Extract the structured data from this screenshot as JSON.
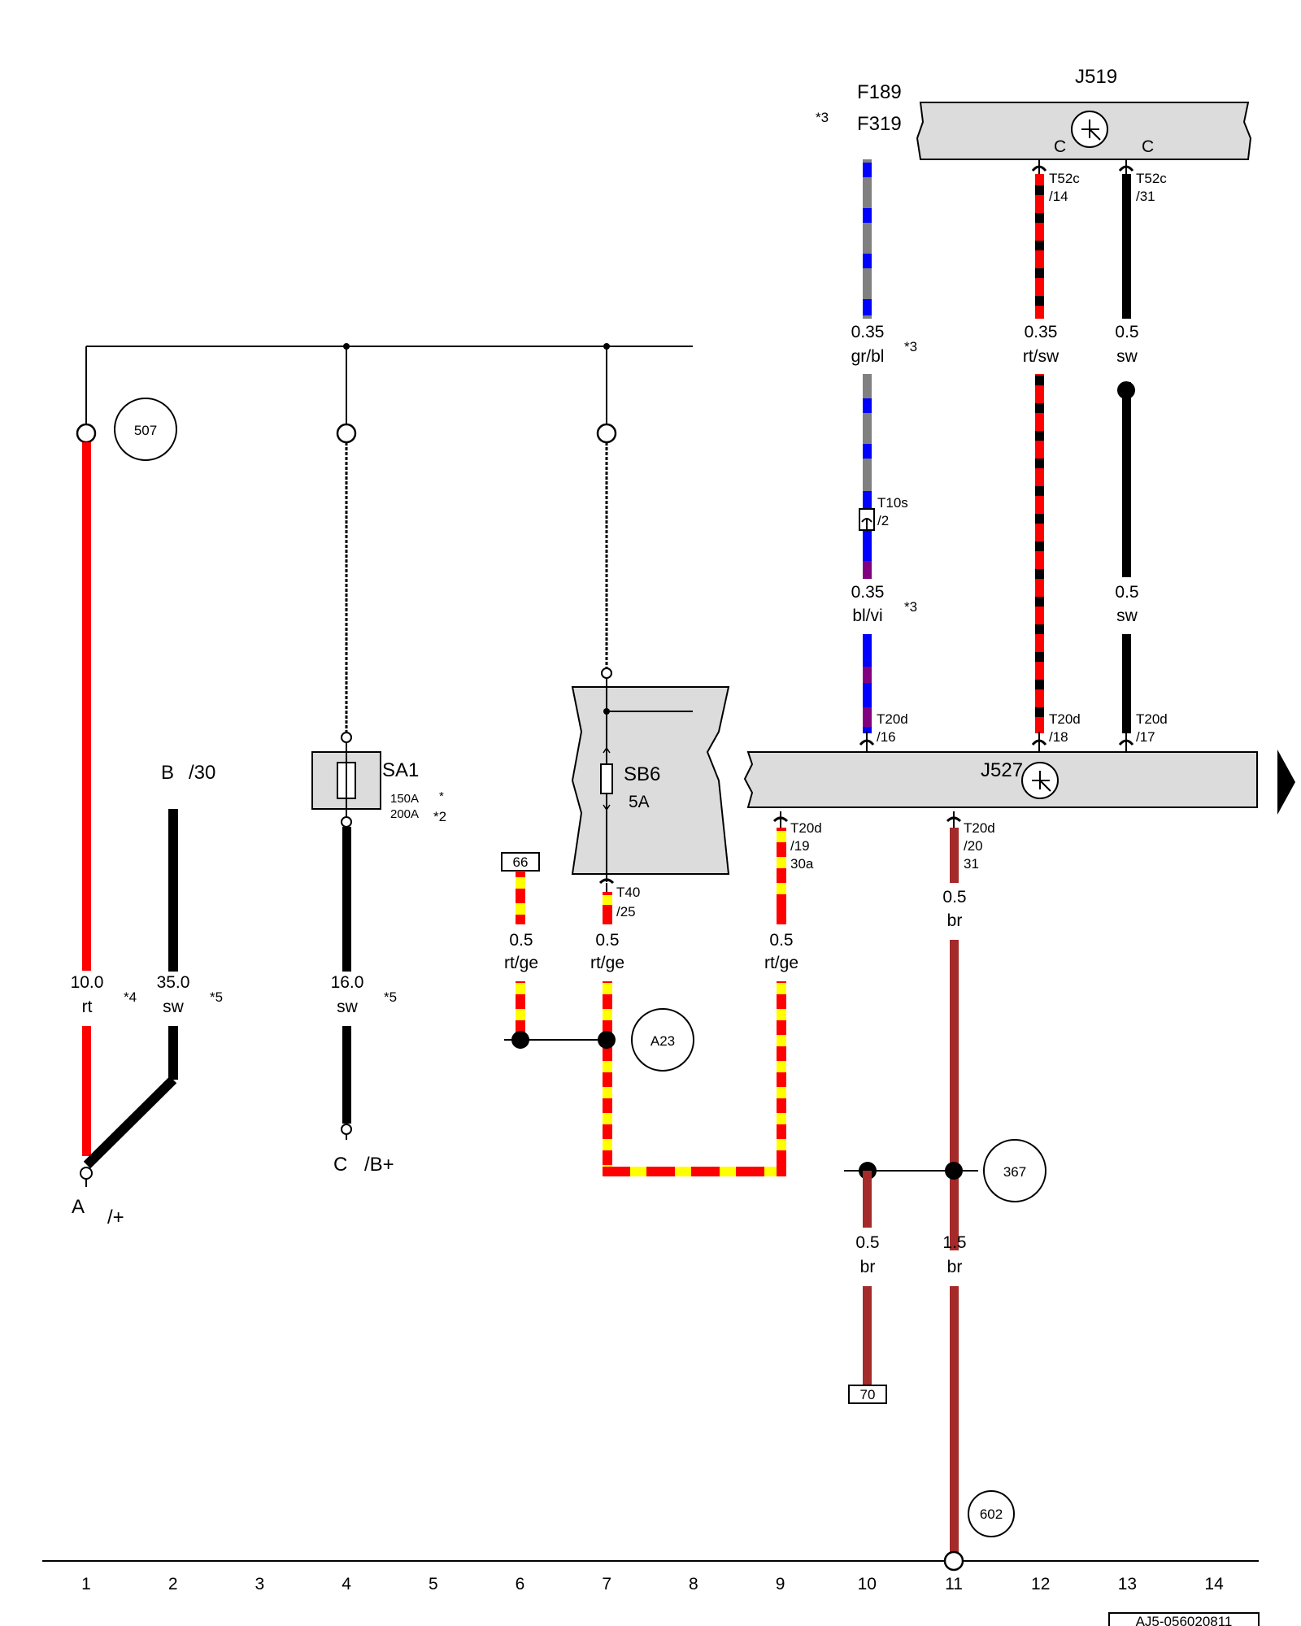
{
  "components": {
    "j519": {
      "name": "J519",
      "connector_c1": "C",
      "connector_c2": "C"
    },
    "j527": {
      "name": "J527"
    },
    "f189": "F189",
    "f319": "F319",
    "f_note": "*3",
    "sa1": {
      "name": "SA1",
      "rating1": "150A",
      "rating1_note": "*",
      "rating2": "200A",
      "rating2_note": "*2"
    },
    "sb6": {
      "name": "SB6",
      "rating": "5A"
    }
  },
  "terminals": {
    "a": {
      "letter": "A",
      "label": "/+"
    },
    "b": {
      "letter": "B",
      "label": "/30"
    },
    "c": {
      "letter": "C",
      "label": "/B+"
    }
  },
  "circles": {
    "c507": "507",
    "a23": "A23",
    "c367": "367",
    "c602": "602"
  },
  "boxes": {
    "b66": "66",
    "b70": "70"
  },
  "pins": {
    "t52c_14": {
      "line1": "T52c",
      "line2": "/14"
    },
    "t52c_31": {
      "line1": "T52c",
      "line2": "/31"
    },
    "t10s_2": {
      "line1": "T10s",
      "line2": "/2"
    },
    "t20d_16": {
      "line1": "T20d",
      "line2": "/16"
    },
    "t20d_18": {
      "line1": "T20d",
      "line2": "/18"
    },
    "t20d_17": {
      "line1": "T20d",
      "line2": "/17"
    },
    "t20d_19": {
      "line1": "T20d",
      "line2": "/19",
      "line3": "30a"
    },
    "t20d_20": {
      "line1": "T20d",
      "line2": "/20",
      "line3": "31"
    },
    "t40_25": {
      "line1": "T40",
      "line2": "/25"
    }
  },
  "wires": {
    "w1": {
      "size": "10.0",
      "color": "rt",
      "note": "*4"
    },
    "w2": {
      "size": "35.0",
      "color": "sw",
      "note": "*5"
    },
    "w4": {
      "size": "16.0",
      "color": "sw",
      "note": "*5"
    },
    "w6": {
      "size": "0.5",
      "color": "rt/ge"
    },
    "w7": {
      "size": "0.5",
      "color": "rt/ge"
    },
    "w9": {
      "size": "0.5",
      "color": "rt/ge"
    },
    "w10a": {
      "size": "0.35",
      "color": "gr/bl",
      "note": "*3"
    },
    "w10b": {
      "size": "0.35",
      "color": "bl/vi",
      "note": "*3"
    },
    "w10c": {
      "size": "0.5",
      "color": "br"
    },
    "w11a": {
      "size": "0.5",
      "color": "br"
    },
    "w11b": {
      "size": "1.5",
      "color": "br"
    },
    "w12": {
      "size": "0.35",
      "color": "rt/sw"
    },
    "w13a": {
      "size": "0.5",
      "color": "sw"
    },
    "w13b": {
      "size": "0.5",
      "color": "sw"
    }
  },
  "columns": [
    "1",
    "2",
    "3",
    "4",
    "5",
    "6",
    "7",
    "8",
    "9",
    "10",
    "11",
    "12",
    "13",
    "14"
  ],
  "footer_code": "AJ5-056020811",
  "colors": {
    "red": "#ff0000",
    "black": "#000000",
    "yellow": "#ffff00",
    "brown": "#a52a2a",
    "blue": "#0000ff",
    "grey": "#808080",
    "violet": "#800080",
    "panel": "#dcdcdc"
  }
}
